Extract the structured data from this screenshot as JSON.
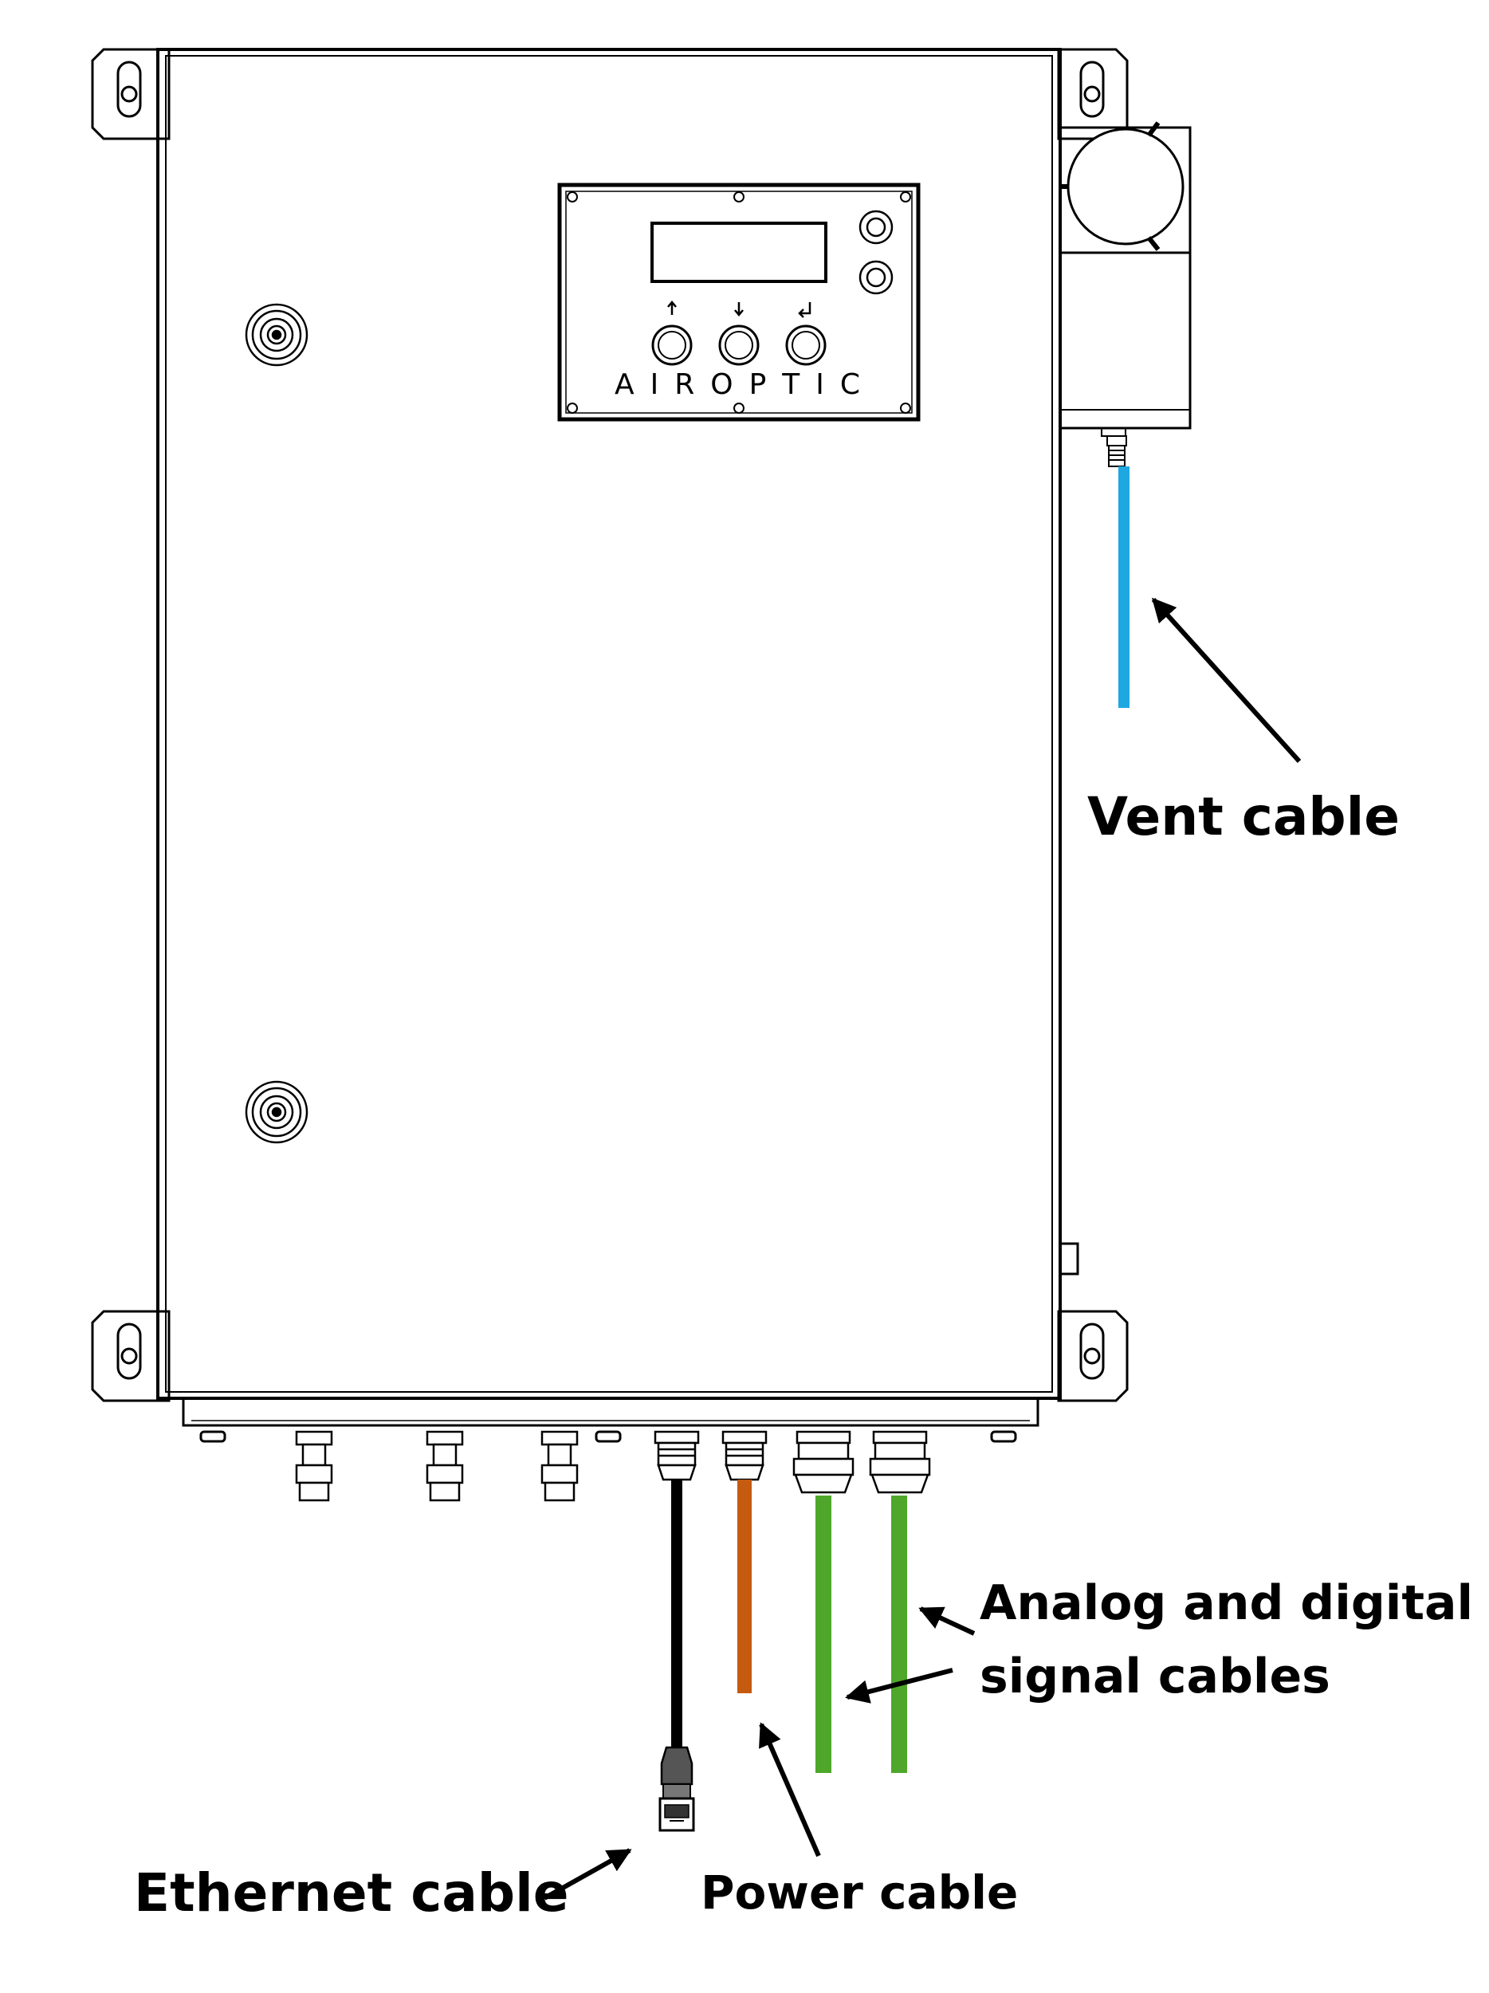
{
  "panel": {
    "brand": "AIROPTIC",
    "buttons": [
      {
        "name": "up-button",
        "icon": "arrow-up-icon"
      },
      {
        "name": "down-button",
        "icon": "arrow-down-icon"
      },
      {
        "name": "enter-button",
        "icon": "enter-icon"
      }
    ]
  },
  "labels": {
    "vent": "Vent cable",
    "signal_line1": "Analog and digital",
    "signal_line2": "signal cables",
    "ethernet": "Ethernet cable",
    "power": "Power cable"
  },
  "colors": {
    "vent_cable": "#1ea7e1",
    "ethernet_cable": "#000000",
    "power_cable": "#c55a11",
    "signal_cable": "#4ea72a",
    "outline": "#000000"
  }
}
